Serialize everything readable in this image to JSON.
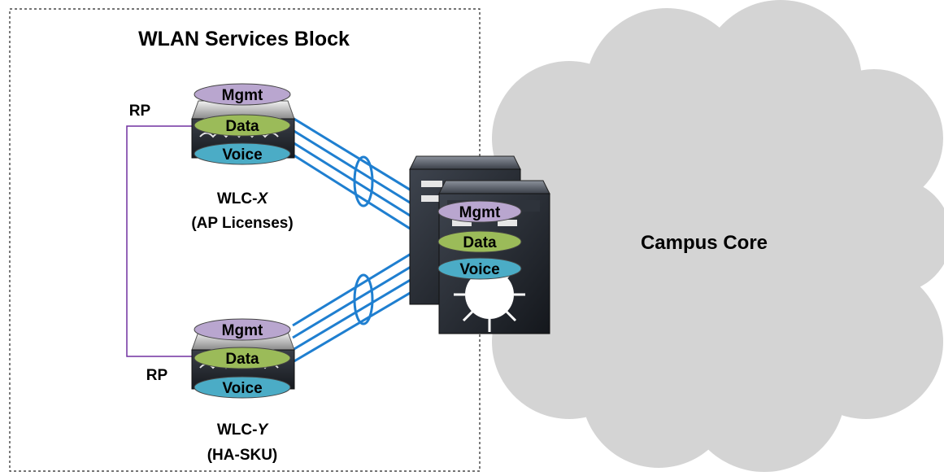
{
  "block": {
    "title": "WLAN Services Block"
  },
  "cloud": {
    "label": "Campus Core"
  },
  "rp_label": "RP",
  "wlc_x": {
    "name_prefix": "WLC-",
    "name_suffix": "X",
    "sub": "(AP Licenses)",
    "vlans": [
      "Mgmt",
      "Data",
      "Voice"
    ]
  },
  "wlc_y": {
    "name_prefix": "WLC-",
    "name_suffix": "Y",
    "sub": "(HA-SKU)",
    "vlans": [
      "Mgmt",
      "Data",
      "Voice"
    ]
  },
  "core_switch": {
    "vlans": [
      "Mgmt",
      "Data",
      "Voice"
    ]
  },
  "colors": {
    "mgmt": "#b9a6cf",
    "data": "#9bbb59",
    "voice": "#4bacc6",
    "link": "#1f7fd0",
    "rp_link": "#7030a0",
    "cloud": "#d4d4d4"
  }
}
